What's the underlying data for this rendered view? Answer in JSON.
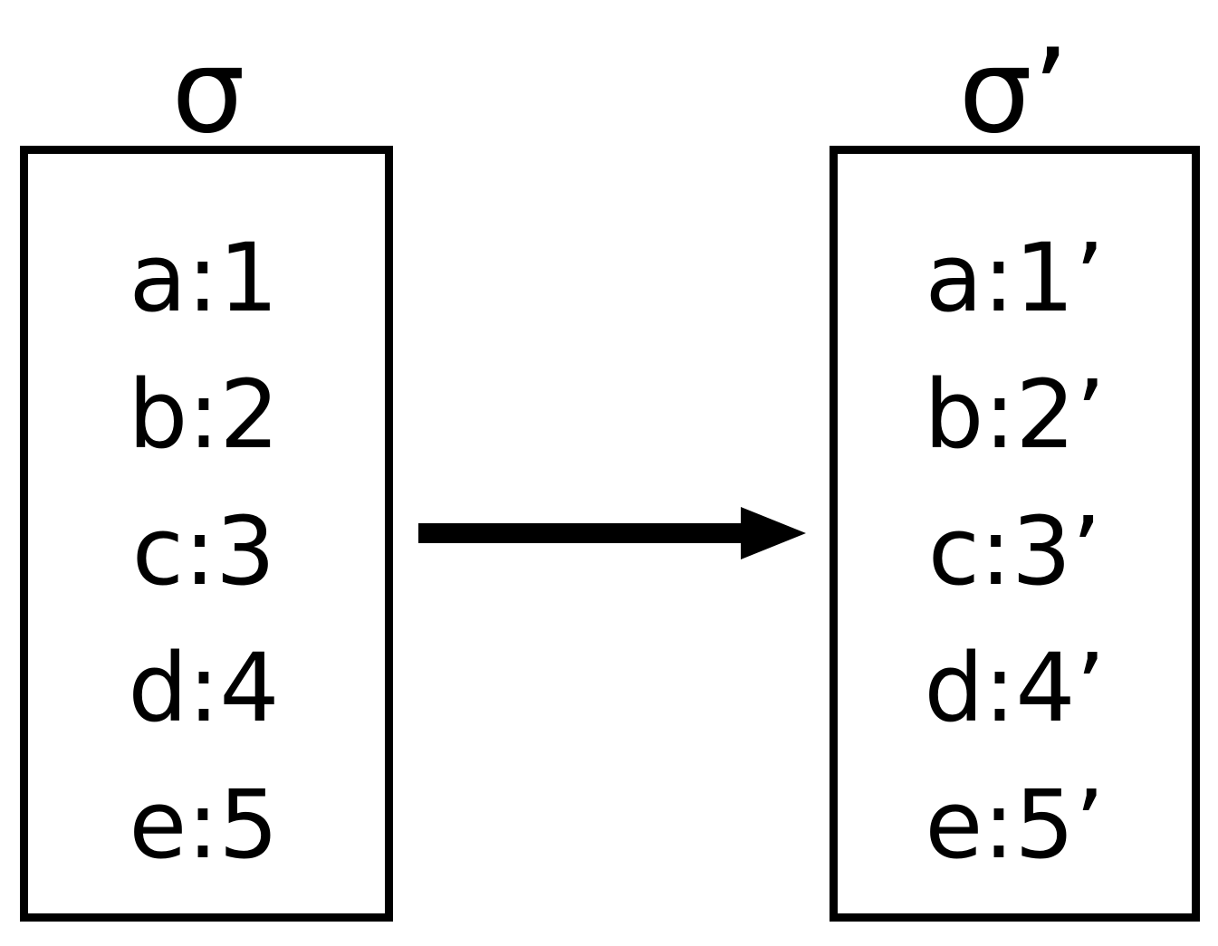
{
  "diagram": {
    "type": "state-transformation",
    "background_color": "#ffffff",
    "stroke_color": "#000000",
    "left": {
      "label": "σ",
      "bindings": [
        {
          "key": "a",
          "value": "1",
          "text": "a:1"
        },
        {
          "key": "b",
          "value": "2",
          "text": "b:2"
        },
        {
          "key": "c",
          "value": "3",
          "text": "c:3"
        },
        {
          "key": "d",
          "value": "4",
          "text": "d:4"
        },
        {
          "key": "e",
          "value": "5",
          "text": "e:5"
        }
      ]
    },
    "right": {
      "label": "σ’",
      "bindings": [
        {
          "key": "a",
          "value": "1’",
          "text": "a:1’"
        },
        {
          "key": "b",
          "value": "2’",
          "text": "b:2’"
        },
        {
          "key": "c",
          "value": "3’",
          "text": "c:3’"
        },
        {
          "key": "d",
          "value": "4’",
          "text": "d:4’"
        },
        {
          "key": "e",
          "value": "5’",
          "text": "e:5’"
        }
      ]
    },
    "arrow": {
      "direction": "right",
      "label": ""
    }
  }
}
